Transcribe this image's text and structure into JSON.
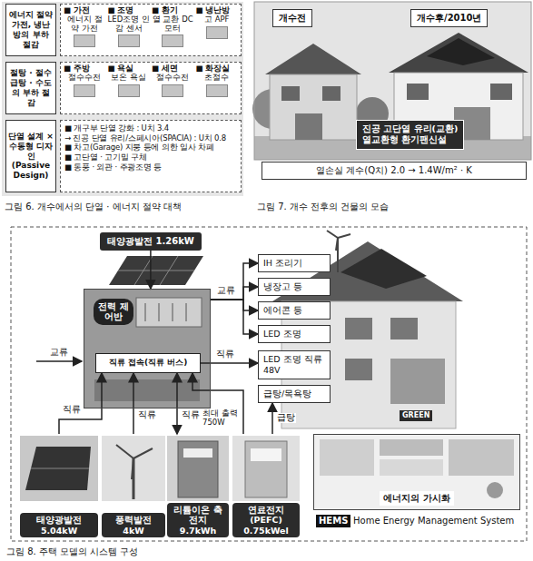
{
  "diagram": {
    "caption": "그림 8. 주택 모델의 시스템 구성",
    "nodes": [
      {
        "text": [
          "에너지 절약 가전, 냉난방의 부하 절감"
        ]
      },
      {
        "text": [
          "■ 가전",
          "에너지 절약 가전",
          "■ 조명",
          "LED조명 인감 센서",
          "■ 환기",
          "열 교환 DC모터",
          "■ 냉난방",
          "고 APF"
        ]
      },
      {
        "text": [
          "절탕 · 절수 급탕 · 수도의 부하 절감"
        ]
      },
      {
        "text": [
          "■ 주방",
          "절수수전",
          "■ 욕실",
          "보온 욕실",
          "■ 세면",
          "절수수전",
          "■ 화장실",
          "초절수"
        ]
      },
      {
        "text": [
          "단열 설계 × 수동형 디자인 (Passive Design)"
        ]
      },
      {
        "text": [
          "■ 개구부 단열 강화 : U치 3.4",
          "→ 진공 단열 유리/스페시아(SPACIA) : U치 0.8",
          "■ 차고(Garage) 지붕 등에 의한 일사 차폐",
          "■ 고단열 · 고기밀 구체",
          "■ 동풍 · 외관 · 주광조명 등"
        ]
      },
      {
        "text": [
          "개수전"
        ]
      },
      {
        "text": [
          "개수후/2010년"
        ]
      },
      {
        "text": [
          "진공 고단열 유리(교환)",
          "열교환형 환기팬신설"
        ]
      },
      {
        "text": [
          "열손실 계수(Q치) 2.0 → 1.4W/m² · K"
        ]
      },
      {
        "text": [
          "태양광발전 1.26kW"
        ]
      },
      {
        "text": [
          "전력 제어반"
        ]
      },
      {
        "text": [
          "직류 접속(직류 버스)"
        ],
        "in": 11
      },
      {
        "text": [
          "IH 조리기"
        ]
      },
      {
        "text": [
          "냉장고 등"
        ]
      },
      {
        "text": [
          "에어콘 등"
        ]
      },
      {
        "text": [
          "LED 조명"
        ]
      },
      {
        "text": [
          "LED 조명 직류 48V"
        ]
      },
      {
        "text": [
          "급탕/목욕탕"
        ]
      },
      {
        "text": [
          "태양광발전 5.04kW"
        ]
      },
      {
        "text": [
          "풍력발전 4kW"
        ]
      },
      {
        "text": [
          "리튬이온 축전지 9.7kWh"
        ]
      },
      {
        "text": [
          "연료전지 (PEFC) 0.75kWel"
        ]
      },
      {
        "text": [
          "에너지의 가시화"
        ]
      }
    ],
    "edges": [
      {
        "from": 10,
        "to": 11,
        "arrow": "to"
      },
      {
        "from": 11,
        "to": 13,
        "label": "교류",
        "arrow": "to"
      },
      {
        "from": 11,
        "to": 14,
        "arrow": "to"
      },
      {
        "from": 11,
        "to": 15,
        "arrow": "to"
      },
      {
        "from": 11,
        "to": 16,
        "arrow": "to"
      },
      {
        "from": 12,
        "to": 17,
        "label": "직류",
        "arrow": "to"
      },
      {
        "from": 19,
        "to": 12,
        "label": "직류",
        "arrow": "to"
      },
      {
        "from": 20,
        "to": 12,
        "label": "직류",
        "arrow": "to"
      },
      {
        "from": 21,
        "to": 12,
        "label": "직류",
        "arrow": "both"
      },
      {
        "from": 22,
        "to": 12,
        "label": "최대 출력 750W",
        "arrow": "to"
      },
      {
        "from": 22,
        "to": 18,
        "label": "급탕",
        "arrow": "to"
      }
    ],
    "labels": [
      "교류",
      "HEMS",
      "Home Energy Management System",
      "GREEN",
      "그림 6. 개수에서의 단열 · 에너지 절약 대책",
      "그림 7. 개수 전후의 건물의 모습"
    ]
  }
}
